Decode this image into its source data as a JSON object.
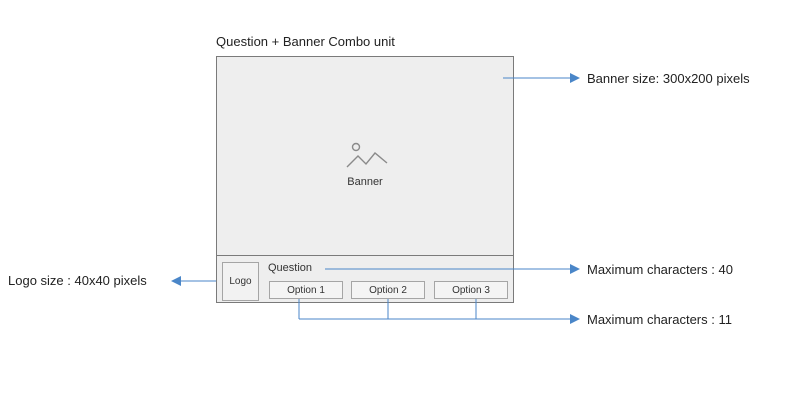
{
  "title": "Question + Banner Combo unit",
  "banner": {
    "label": "Banner",
    "icon": "image-icon"
  },
  "logo": {
    "label": "Logo"
  },
  "question": {
    "label": "Question"
  },
  "options": [
    "Option 1",
    "Option 2",
    "Option 3"
  ],
  "annotations": {
    "banner_size": "Banner size: 300x200 pixels",
    "logo_size": "Logo size : 40x40 pixels",
    "question_max": "Maximum characters : 40",
    "option_max": "Maximum characters : 11"
  },
  "colors": {
    "arrow": "#4a86c8",
    "unit_fill": "#eeeeee",
    "border": "#7a7a7a"
  }
}
